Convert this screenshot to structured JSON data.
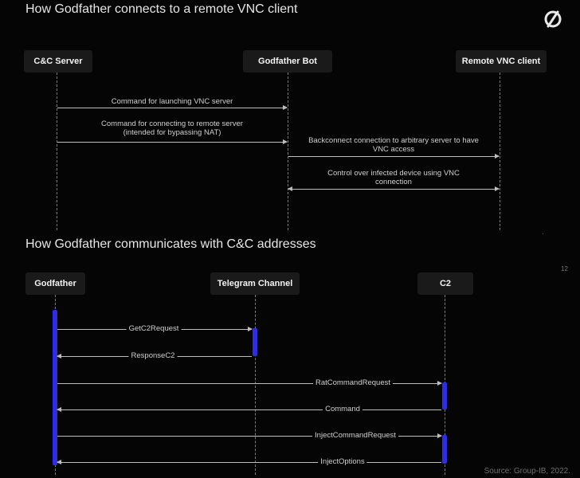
{
  "section1": {
    "title": "How Godfather connects to a remote VNC client",
    "participants": [
      "C&C Server",
      "Godfather Bot",
      "Remote VNC client"
    ],
    "messages": [
      {
        "label": "Command for launching VNC server",
        "from": "C&C Server",
        "to": "Godfather Bot"
      },
      {
        "label_line1": "Command for connecting to remote server",
        "label_line2": "(intended for bypassing NAT)",
        "from": "C&C Server",
        "to": "Godfather Bot"
      },
      {
        "label_line1": "Backconnect connection to arbitrary server to have",
        "label_line2": "VNC access",
        "from": "Godfather Bot",
        "to": "Remote VNC client"
      },
      {
        "label_line1": "Control over infected device using VNC",
        "label_line2": "connection",
        "from": "Godfather Bot",
        "to": "Remote VNC client",
        "bidirectional": true
      }
    ]
  },
  "section2": {
    "title": "How Godfather communicates with C&C addresses",
    "participants": [
      "Godfather",
      "Telegram Channel",
      "C2"
    ],
    "messages": [
      {
        "label": "GetC2Request",
        "from": "Godfather",
        "to": "Telegram Channel"
      },
      {
        "label": "ResponseC2",
        "from": "Telegram Channel",
        "to": "Godfather"
      },
      {
        "label": "RatCommandRequest",
        "from": "Godfather",
        "to": "C2"
      },
      {
        "label": "Command",
        "from": "C2",
        "to": "Godfather"
      },
      {
        "label": "InjectCommandRequest",
        "from": "Godfather",
        "to": "C2"
      },
      {
        "label": "InjectOptions",
        "from": "C2",
        "to": "Godfather"
      }
    ]
  },
  "page_number": "12",
  "source": "Source: Group-IB, 2022.",
  "colors": {
    "background": "#050505",
    "participant_box": "#1a1a1a",
    "activation_bar": "#2d2de8",
    "arrow": "#bdbdbd",
    "lifeline": "#7a7a7a"
  },
  "icons": {
    "logo": "group-ib-logo-icon"
  }
}
